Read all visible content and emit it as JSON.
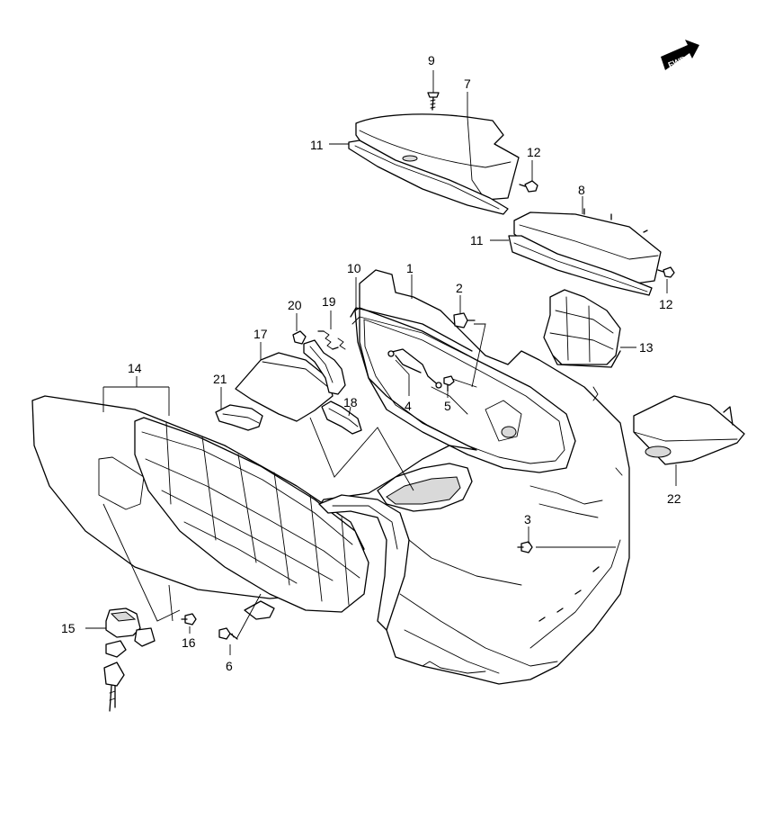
{
  "fwd_label": "FWD",
  "callouts": [
    {
      "id": "c1",
      "text": "1"
    },
    {
      "id": "c2",
      "text": "2"
    },
    {
      "id": "c3",
      "text": "3"
    },
    {
      "id": "c4",
      "text": "4"
    },
    {
      "id": "c5",
      "text": "5"
    },
    {
      "id": "c6",
      "text": "6"
    },
    {
      "id": "c7",
      "text": "7"
    },
    {
      "id": "c8",
      "text": "8"
    },
    {
      "id": "c9",
      "text": "9"
    },
    {
      "id": "c10",
      "text": "10"
    },
    {
      "id": "c11a",
      "text": "11"
    },
    {
      "id": "c11b",
      "text": "11"
    },
    {
      "id": "c12a",
      "text": "12"
    },
    {
      "id": "c12b",
      "text": "12"
    },
    {
      "id": "c13",
      "text": "13"
    },
    {
      "id": "c14",
      "text": "14"
    },
    {
      "id": "c15",
      "text": "15"
    },
    {
      "id": "c16",
      "text": "16"
    },
    {
      "id": "c17",
      "text": "17"
    },
    {
      "id": "c18",
      "text": "18"
    },
    {
      "id": "c19",
      "text": "19"
    },
    {
      "id": "c20",
      "text": "20"
    },
    {
      "id": "c21",
      "text": "21"
    },
    {
      "id": "c22",
      "text": "22"
    }
  ]
}
